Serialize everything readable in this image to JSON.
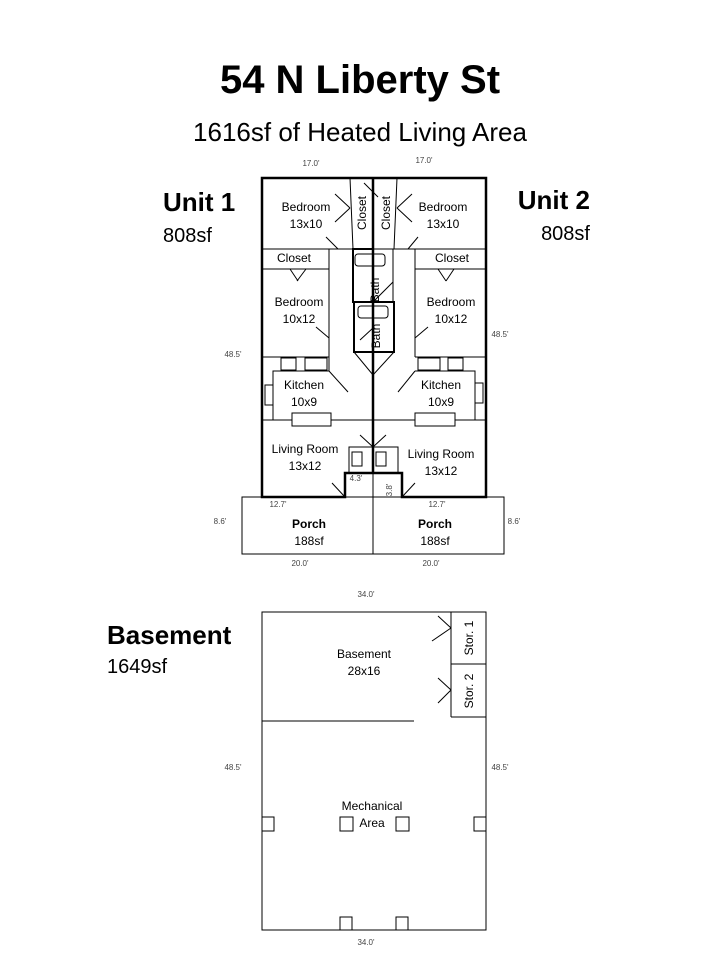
{
  "title": "54 N Liberty St",
  "subtitle": "1616sf of Heated Living Area",
  "units": [
    {
      "name": "Unit 1",
      "area": "808sf"
    },
    {
      "name": "Unit 2",
      "area": "808sf"
    }
  ],
  "basement": {
    "name": "Basement",
    "area": "1649sf"
  },
  "rooms": {
    "bed1_top": [
      "Bedroom",
      "13x10"
    ],
    "bed2_top": [
      "Bedroom",
      "13x10"
    ],
    "closet": "Closet",
    "bed1_mid": [
      "Bedroom",
      "10x12"
    ],
    "bed2_mid": [
      "Bedroom",
      "10x12"
    ],
    "bath": "Bath",
    "kitchen": [
      "Kitchen",
      "10x9"
    ],
    "living": [
      "Living Room",
      "13x12"
    ],
    "porch": [
      "Porch",
      "188sf"
    ],
    "basement_room": [
      "Basement",
      "28x16"
    ],
    "stor1": "Stor. 1",
    "stor2": "Stor. 2",
    "mechanical": [
      "Mechanical",
      "Area"
    ]
  },
  "dimensions": {
    "top_left": "17.0'",
    "top_right": "17.0'",
    "side": "48.5'",
    "porch_depth": "8.6'",
    "porch_width": "20.0'",
    "porch_inner": "12.7'",
    "overall_width": "34.0'",
    "notch_left": "4.3'",
    "notch_right": "3.8'"
  }
}
